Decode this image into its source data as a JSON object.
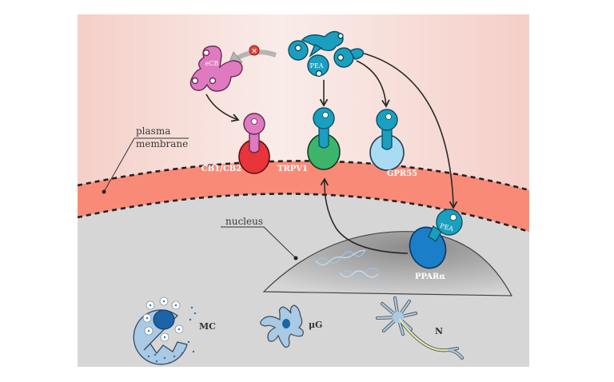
{
  "figure": {
    "colors": {
      "cytoplasm_top": "#f6d5cf",
      "cytoplasm_center": "#f8ebe8",
      "membrane": "#fa8a78",
      "intracellular": "#d6d6d6",
      "nucleus": "#9a9a9a",
      "pea": "#1a9fc0",
      "ecb": "#e07ac0",
      "cb_receptor": "#e8343a",
      "trpv1_receptor": "#3cb56a",
      "gpr55_receptor": "#a9dcf2",
      "ppar_receptor": "#1a7ec8",
      "inhibit": "#e8443a",
      "cell_fill": "#a9c9e4",
      "cell_nucleus": "#1d64a6",
      "axon_glow": "#f4ee90"
    },
    "molecules": {
      "ecb": "eCB",
      "pea": "PEA",
      "pea_bound": "PEA"
    },
    "receptors": {
      "cb": "CB1/CB2",
      "trpv1": "TRPV1",
      "gpr55": "GPR55",
      "ppar": "PPARα"
    },
    "callouts": {
      "plasma_line1": "plasma",
      "plasma_line2": "membrane",
      "nucleus": "nucleus"
    },
    "cells": {
      "mast": "MC",
      "microglia": "μG",
      "neuron": "N"
    },
    "inhibition_symbol": "×"
  }
}
